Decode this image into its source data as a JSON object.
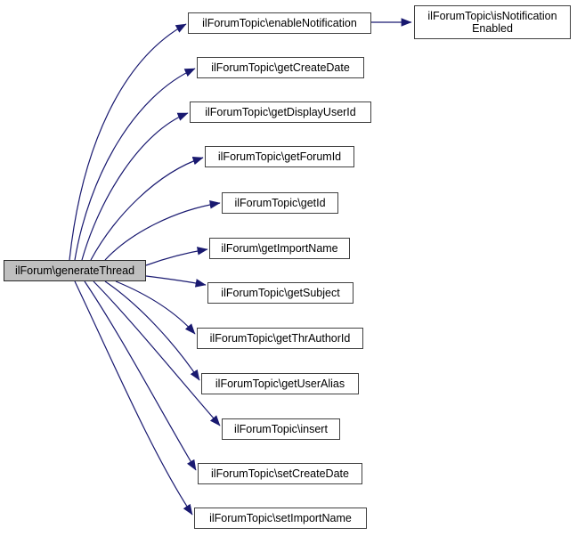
{
  "diagram": {
    "type": "call-graph",
    "colors": {
      "edge": "#191970",
      "node_border": "#404040",
      "node_fill": "#ffffff",
      "focus_node_fill": "#bfbfbf",
      "text": "#000000",
      "background": "#ffffff"
    },
    "nodes": [
      {
        "id": "ilForum.generateThread",
        "label": "ilForum\\generateThread",
        "focus": true
      },
      {
        "id": "ilForumTopic.enableNotification",
        "label": "ilForumTopic\\enableNotification"
      },
      {
        "id": "ilForumTopic.isNotificationEnabled",
        "lines": [
          "ilForumTopic\\isNotification",
          "Enabled"
        ]
      },
      {
        "id": "ilForumTopic.getCreateDate",
        "label": "ilForumTopic\\getCreateDate"
      },
      {
        "id": "ilForumTopic.getDisplayUserId",
        "label": "ilForumTopic\\getDisplayUserId"
      },
      {
        "id": "ilForumTopic.getForumId",
        "label": "ilForumTopic\\getForumId"
      },
      {
        "id": "ilForumTopic.getId",
        "label": "ilForumTopic\\getId"
      },
      {
        "id": "ilForum.getImportName",
        "label": "ilForum\\getImportName"
      },
      {
        "id": "ilForumTopic.getSubject",
        "label": "ilForumTopic\\getSubject"
      },
      {
        "id": "ilForumTopic.getThrAuthorId",
        "label": "ilForumTopic\\getThrAuthorId"
      },
      {
        "id": "ilForumTopic.getUserAlias",
        "label": "ilForumTopic\\getUserAlias"
      },
      {
        "id": "ilForumTopic.insert",
        "label": "ilForumTopic\\insert"
      },
      {
        "id": "ilForumTopic.setCreateDate",
        "label": "ilForumTopic\\setCreateDate"
      },
      {
        "id": "ilForumTopic.setImportName",
        "label": "ilForumTopic\\setImportName"
      }
    ],
    "edges": [
      {
        "from": "ilForum\\generateThread",
        "to": "ilForumTopic\\enableNotification"
      },
      {
        "from": "ilForumTopic\\enableNotification",
        "to": "ilForumTopic\\isNotificationEnabled"
      },
      {
        "from": "ilForum\\generateThread",
        "to": "ilForumTopic\\getCreateDate"
      },
      {
        "from": "ilForum\\generateThread",
        "to": "ilForumTopic\\getDisplayUserId"
      },
      {
        "from": "ilForum\\generateThread",
        "to": "ilForumTopic\\getForumId"
      },
      {
        "from": "ilForum\\generateThread",
        "to": "ilForumTopic\\getId"
      },
      {
        "from": "ilForum\\generateThread",
        "to": "ilForum\\getImportName"
      },
      {
        "from": "ilForum\\generateThread",
        "to": "ilForumTopic\\getSubject"
      },
      {
        "from": "ilForum\\generateThread",
        "to": "ilForumTopic\\getThrAuthorId"
      },
      {
        "from": "ilForum\\generateThread",
        "to": "ilForumTopic\\getUserAlias"
      },
      {
        "from": "ilForum\\generateThread",
        "to": "ilForumTopic\\insert"
      },
      {
        "from": "ilForum\\generateThread",
        "to": "ilForumTopic\\setCreateDate"
      },
      {
        "from": "ilForum\\generateThread",
        "to": "ilForumTopic\\setImportName"
      }
    ]
  }
}
